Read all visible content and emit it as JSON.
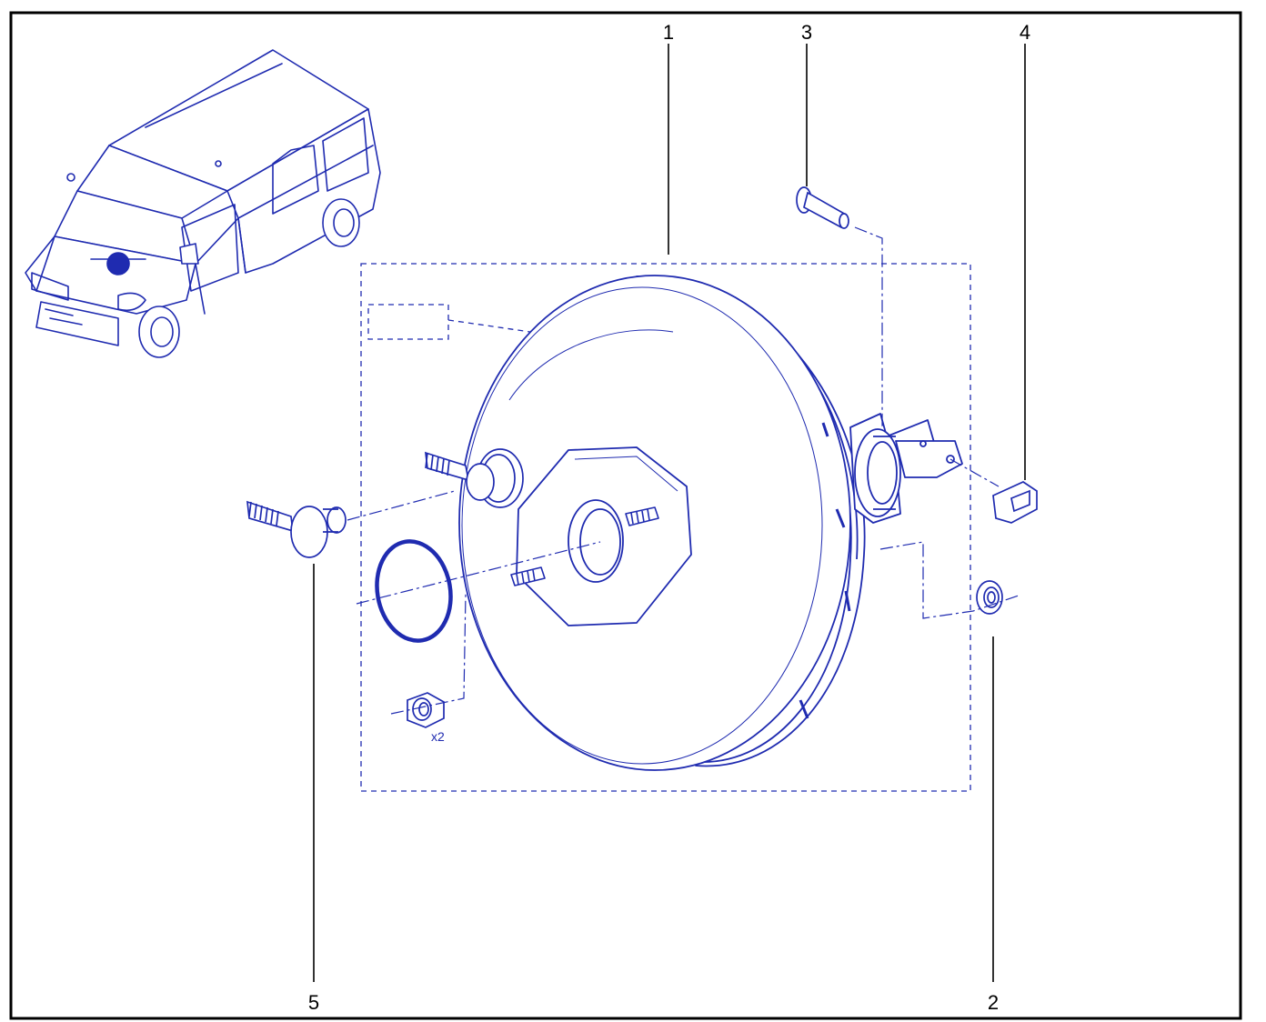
{
  "colors": {
    "line": "#1f2bb0",
    "fill": "#ffffff",
    "frame": "#000000",
    "callout_text": "#000000"
  },
  "callouts": [
    {
      "id": "1",
      "label": "1"
    },
    {
      "id": "2",
      "label": "2"
    },
    {
      "id": "3",
      "label": "3"
    },
    {
      "id": "4",
      "label": "4"
    },
    {
      "id": "5",
      "label": "5"
    }
  ],
  "quantity_note": "x2",
  "icons": {
    "vehicle": "van-locator-icon",
    "booster": "brake-booster-icon"
  }
}
